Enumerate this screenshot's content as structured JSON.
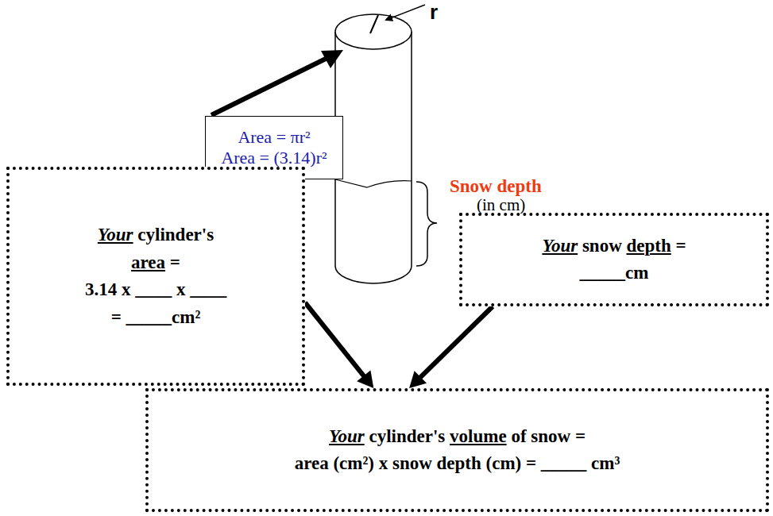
{
  "diagram": {
    "nodes": [
      {
        "text": [
          "Area = πr²",
          "Area = (3.14)r²"
        ]
      },
      {
        "text": [
          "Your",
          "cylinder's",
          "area",
          "=",
          "3.14 x ____ x ____",
          "=",
          "_____",
          "cm²"
        ]
      },
      {
        "text": [
          "Your",
          "snow",
          "depth",
          "=",
          "_____",
          "cm"
        ]
      },
      {
        "text": [
          "Your",
          "cylinder's",
          "volume",
          "of snow =",
          "area (cm²) x snow",
          "depth (cm)",
          "= _____ cm³"
        ]
      }
    ],
    "edges": [
      {
        "from": 1,
        "to": 3,
        "arrow": "to"
      },
      {
        "from": 2,
        "to": 3,
        "arrow": "to"
      }
    ],
    "labels": [
      "r",
      "Snow depth",
      "(in cm)"
    ]
  }
}
